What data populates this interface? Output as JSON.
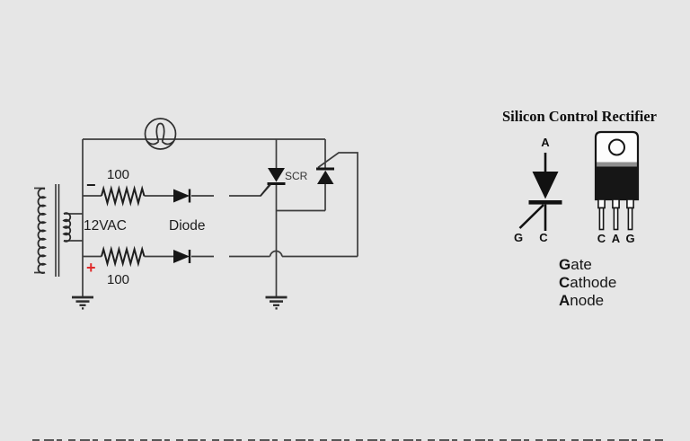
{
  "colors": {
    "background": "#e6e6e6",
    "wire": "#3d3d3d",
    "component": "#161616",
    "plus_sign": "#e02b2b",
    "package_band": "#8f8f8f"
  },
  "circuit": {
    "resistor_top_value": "100",
    "resistor_bottom_value": "100",
    "minus": "−",
    "plus": "+",
    "transformer_label": "12VAC",
    "diode_label": "Diode",
    "scr_label": "SCR"
  },
  "reference": {
    "title": "Silicon Control Rectifier",
    "symbol": {
      "anode": "A",
      "gate": "G",
      "cathode": "C"
    },
    "package_pins": [
      "C",
      "A",
      "G"
    ],
    "legend": [
      {
        "bold": "G",
        "rest": "ate"
      },
      {
        "bold": "C",
        "rest": "athode"
      },
      {
        "bold": "A",
        "rest": "node"
      }
    ]
  }
}
